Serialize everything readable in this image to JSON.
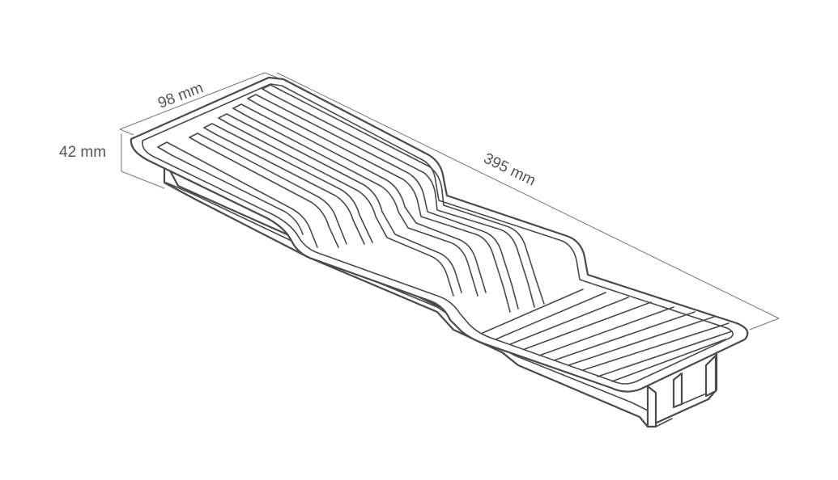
{
  "dimensions": {
    "width": "98 mm",
    "height": "42 mm",
    "length": "395 mm"
  },
  "colors": {
    "outline": "#4a4a4a",
    "dimension_text": "#555555",
    "dimension_line": "#777777",
    "background": "#ffffff"
  }
}
